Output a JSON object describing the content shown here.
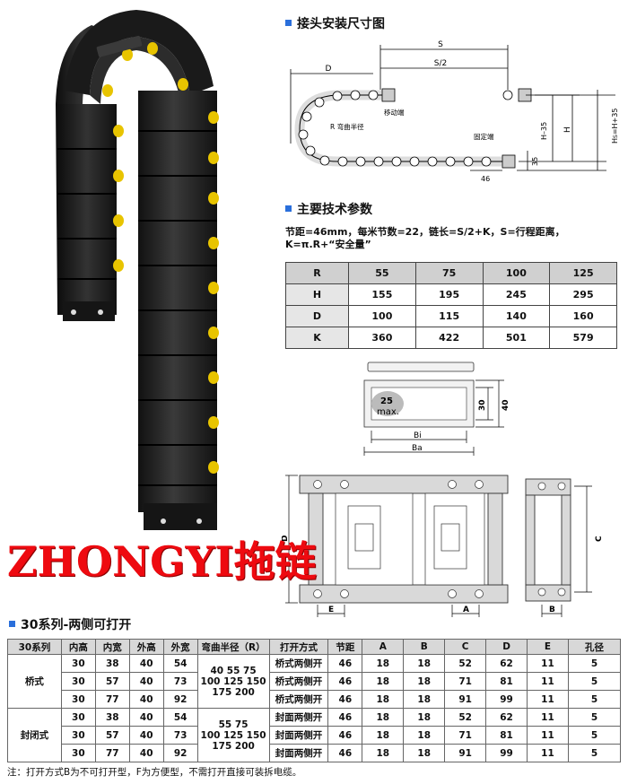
{
  "sections": {
    "install_title": "接头安装尺寸图",
    "params_title": "主要技术参数",
    "series_title": "30系列-两侧可打开"
  },
  "install_diagram": {
    "labels": {
      "s": "S",
      "s_half": "S/2",
      "d": "D",
      "bend_radius": "R 弯曲半径",
      "moving_end": "移动端",
      "fixed_end": "固定端",
      "h35": "H–35",
      "h": "H",
      "hs": "H",
      "hs_sub": "S",
      "hs_rest": "=H+35",
      "dim35": "35",
      "pitch": "46"
    }
  },
  "params": {
    "line1": "节距=46mm，每米节数=22，链长=S/2+K，S=行程距离，",
    "line2": "K=π.R+“安全量”"
  },
  "spec_table": {
    "header": [
      "R",
      "55",
      "75",
      "100",
      "125"
    ],
    "rows": [
      [
        "H",
        "155",
        "195",
        "245",
        "295"
      ],
      [
        "D",
        "100",
        "115",
        "140",
        "160"
      ],
      [
        "K",
        "360",
        "422",
        "501",
        "579"
      ]
    ]
  },
  "cross_section": {
    "max_value": "25",
    "max_unit": "max.",
    "dim30": "30",
    "dim40": "40",
    "bi": "Bi",
    "ba": "Ba"
  },
  "link_drawing": {
    "d": "D",
    "e": "E",
    "a": "A",
    "b": "B",
    "c": "C"
  },
  "brand": "ZHONGYI拖链",
  "series_table": {
    "headers": [
      "30系列",
      "内高",
      "内宽",
      "外高",
      "外宽",
      "弯曲半径（R）",
      "打开方式",
      "节距",
      "A",
      "B",
      "C",
      "D",
      "E",
      "孔径"
    ],
    "groups": [
      {
        "type": "桥式",
        "radius_line1": "40 55 75",
        "radius_line2": "100 125 150",
        "radius_line3": "175 200",
        "rows": [
          {
            "inner_h": "30",
            "inner_w": "38",
            "outer_h": "40",
            "outer_w": "54",
            "open": "桥式两侧开",
            "pitch": "46",
            "a": "18",
            "b": "18",
            "c": "52",
            "d": "62",
            "e": "11",
            "hole": "5"
          },
          {
            "inner_h": "30",
            "inner_w": "57",
            "outer_h": "40",
            "outer_w": "73",
            "open": "桥式两侧开",
            "pitch": "46",
            "a": "18",
            "b": "18",
            "c": "71",
            "d": "81",
            "e": "11",
            "hole": "5"
          },
          {
            "inner_h": "30",
            "inner_w": "77",
            "outer_h": "40",
            "outer_w": "92",
            "open": "桥式两侧开",
            "pitch": "46",
            "a": "18",
            "b": "18",
            "c": "91",
            "d": "99",
            "e": "11",
            "hole": "5"
          }
        ]
      },
      {
        "type": "封闭式",
        "radius_line1": "55 75",
        "radius_line2": "100 125 150",
        "radius_line3": "175 200",
        "rows": [
          {
            "inner_h": "30",
            "inner_w": "38",
            "outer_h": "40",
            "outer_w": "54",
            "open": "封面两侧开",
            "pitch": "46",
            "a": "18",
            "b": "18",
            "c": "52",
            "d": "62",
            "e": "11",
            "hole": "5"
          },
          {
            "inner_h": "30",
            "inner_w": "57",
            "outer_h": "40",
            "outer_w": "73",
            "open": "封面两侧开",
            "pitch": "46",
            "a": "18",
            "b": "18",
            "c": "71",
            "d": "81",
            "e": "11",
            "hole": "5"
          },
          {
            "inner_h": "30",
            "inner_w": "77",
            "outer_h": "40",
            "outer_w": "92",
            "open": "封面两侧开",
            "pitch": "46",
            "a": "18",
            "b": "18",
            "c": "91",
            "d": "99",
            "e": "11",
            "hole": "5"
          }
        ]
      }
    ]
  },
  "note": "注：打开方式B为不可打开型，F为方便型，不需打开直接可装拆电缆。",
  "colors": {
    "accent": "#2a6fdb",
    "brand": "#ee0a10",
    "chain_body": "#1c1c1c",
    "pin": "#e8c400"
  }
}
